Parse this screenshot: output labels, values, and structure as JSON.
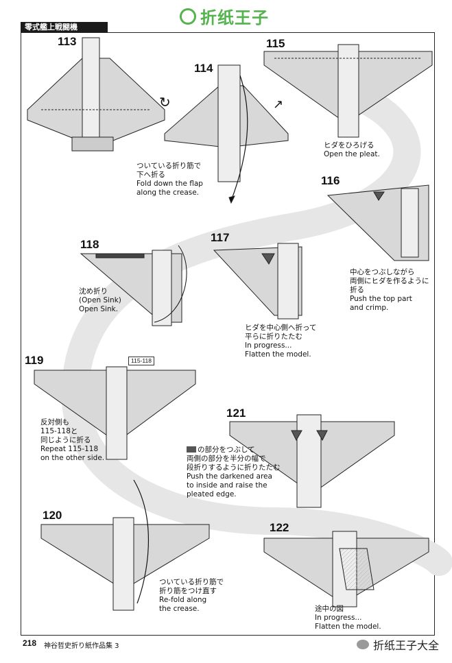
{
  "watermark": {
    "text": "折纸王子",
    "icon": "wechat-icon"
  },
  "header": {
    "title": "零式艦上戦闘機"
  },
  "steps": [
    {
      "number": "113"
    },
    {
      "number": "114",
      "caption": "ついている折り筋で\n下へ折る\nFold down the flap\nalong the crease."
    },
    {
      "number": "115",
      "caption": "ヒダをひろげる\nOpen the pleat."
    },
    {
      "number": "116",
      "caption": "中心をつぶしながら\n両側にヒダを作るように\n折る\nPush the top part\nand crimp."
    },
    {
      "number": "117",
      "caption": "ヒダを中心側へ折って\n平らに折りたたむ\nIn progress...\nFlatten the model."
    },
    {
      "number": "118",
      "caption": "沈め折り\n(Open Sink)\nOpen Sink."
    },
    {
      "number": "119",
      "caption": "反対側も\n115-118と\n同じように折る\nRepeat 115-118\non the other side.",
      "ref": "115-118"
    },
    {
      "number": "120",
      "caption": "ついている折り筋で\n折り筋をつけ直す\nRe-fold along\nthe crease."
    },
    {
      "number": "121",
      "caption": "の部分をつぶして\n両側の部分を半分の幅で\n段折りするように折りたたむ\nPush the darkened area\nto inside and raise the\npleated edge."
    },
    {
      "number": "122",
      "caption": "途中の図\nIn progress...\nFlatten the model."
    }
  ],
  "footer": {
    "page": "218",
    "book": "神谷哲史折り紙作品集 3",
    "watermark": "折纸王子大全"
  }
}
